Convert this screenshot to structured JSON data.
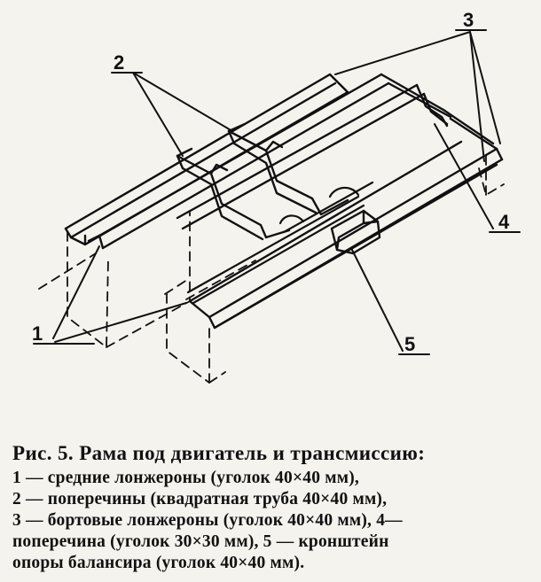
{
  "figure": {
    "callouts": [
      "1",
      "2",
      "3",
      "4",
      "5"
    ]
  },
  "caption": {
    "title": "Рис. 5. Рама под двигатель и трансмиссию:",
    "lines": [
      "1 — средние лонжероны (уголок 40×40 мм),",
      "2 — поперечины (квадратная труба 40×40 мм),",
      "3 — бортовые лонжероны (уголок 40×40 мм), 4—",
      "поперечина (уголок 30×30 мм), 5 — кронштейн",
      "опоры балансира (уголок 40×40 мм)."
    ]
  }
}
